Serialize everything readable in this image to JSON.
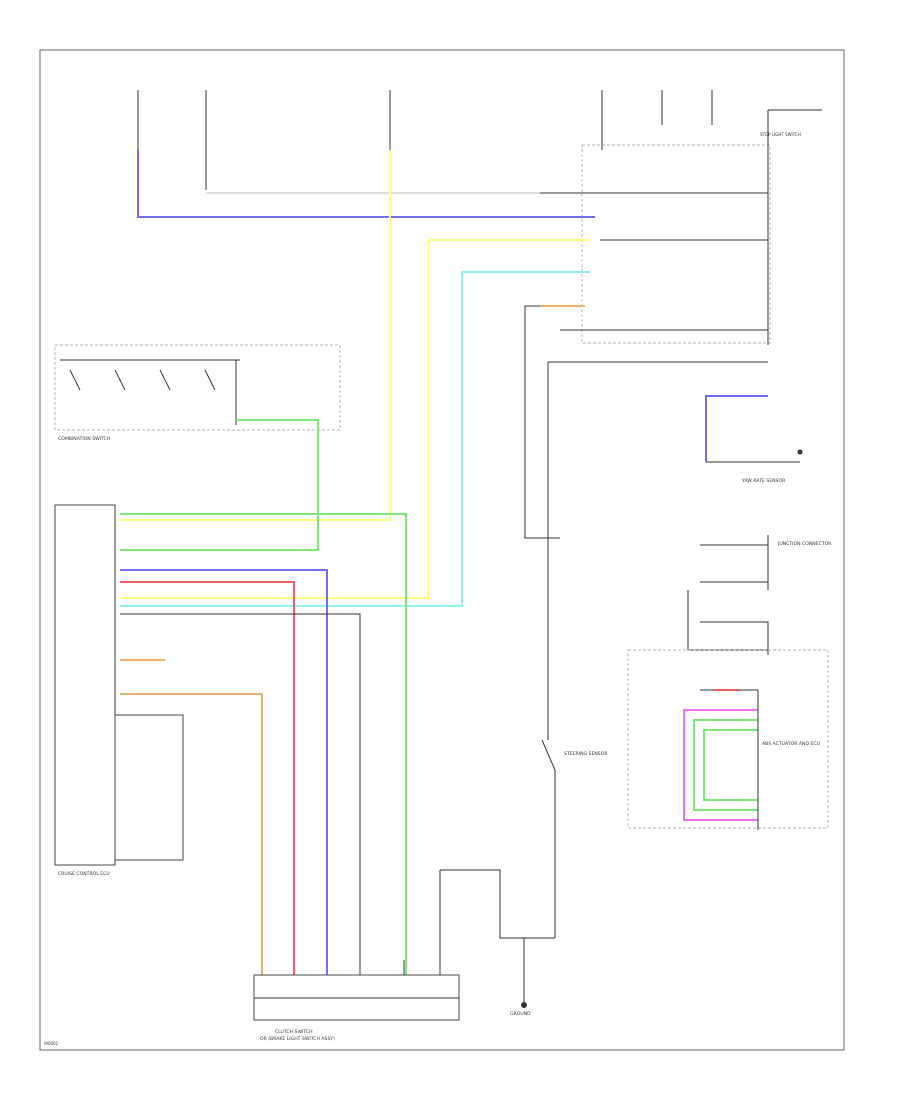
{
  "diagram": {
    "page_id": "W0001",
    "colors": {
      "blue": "#6f6ff0",
      "yellow": "#ffff80",
      "cyan": "#8ff0f0",
      "green": "#7ce87c",
      "orange": "#f0b070",
      "red": "#f06060",
      "purple": "#8a7cf0",
      "tan": "#e0b070",
      "magenta": "#f070f0",
      "black": "#333333"
    },
    "components": {
      "combination_switch": "COMBINATION SWITCH",
      "ecm_block": "CRUISE CONTROL ECU",
      "yaw_sensor": "YAW RATE SENSOR",
      "steering_sensor": "STEERING SENSOR",
      "abs_actuator": "ABS ACTUATOR AND ECU",
      "bottom_connector": "CLUTCH SWITCH",
      "bottom_connector_sub": "OR (BRAKE LIGHT SWITCH ASSY)",
      "stop_switch": "STOP LIGHT SWITCH",
      "ground": "GROUND",
      "junction_right": "JUNCTION CONNECTOR"
    }
  }
}
